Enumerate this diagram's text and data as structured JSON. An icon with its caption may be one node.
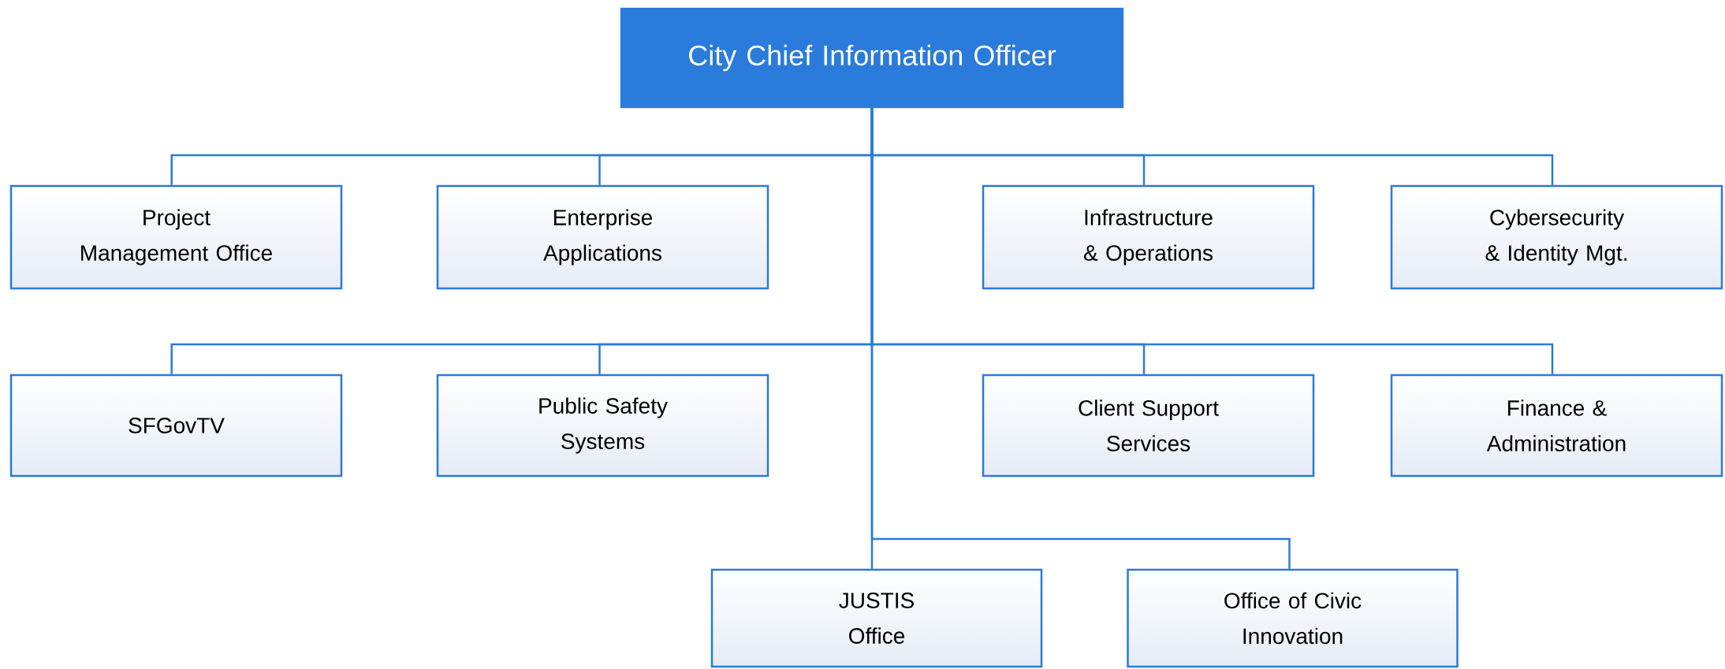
{
  "diagram": {
    "nodes": [
      {
        "text": [
          "City Chief Information Officer"
        ]
      },
      {
        "text": [
          "Project Management Office"
        ]
      },
      {
        "text": [
          "Enterprise Applications"
        ]
      },
      {
        "text": [
          "Infrastructure & Operations"
        ]
      },
      {
        "text": [
          "Cybersecurity & Identity Mgt."
        ]
      },
      {
        "text": [
          "SFGovTV"
        ]
      },
      {
        "text": [
          "Public Safety Systems"
        ]
      },
      {
        "text": [
          "Client Support Services"
        ]
      },
      {
        "text": [
          "Finance & Administration"
        ]
      },
      {
        "text": [
          "JUSTIS Office"
        ]
      },
      {
        "text": [
          "Office of Civic Innovation"
        ]
      }
    ],
    "edges": [
      {
        "from": 0,
        "to": 1,
        "arrow": "none"
      },
      {
        "from": 0,
        "to": 2,
        "arrow": "none"
      },
      {
        "from": 0,
        "to": 3,
        "arrow": "none"
      },
      {
        "from": 0,
        "to": 4,
        "arrow": "none"
      },
      {
        "from": 0,
        "to": 5,
        "arrow": "none"
      },
      {
        "from": 0,
        "to": 6,
        "arrow": "none"
      },
      {
        "from": 0,
        "to": 7,
        "arrow": "none"
      },
      {
        "from": 0,
        "to": 8,
        "arrow": "none"
      },
      {
        "from": 0,
        "to": 9,
        "arrow": "none"
      },
      {
        "from": 0,
        "to": 10,
        "arrow": "none"
      }
    ]
  }
}
